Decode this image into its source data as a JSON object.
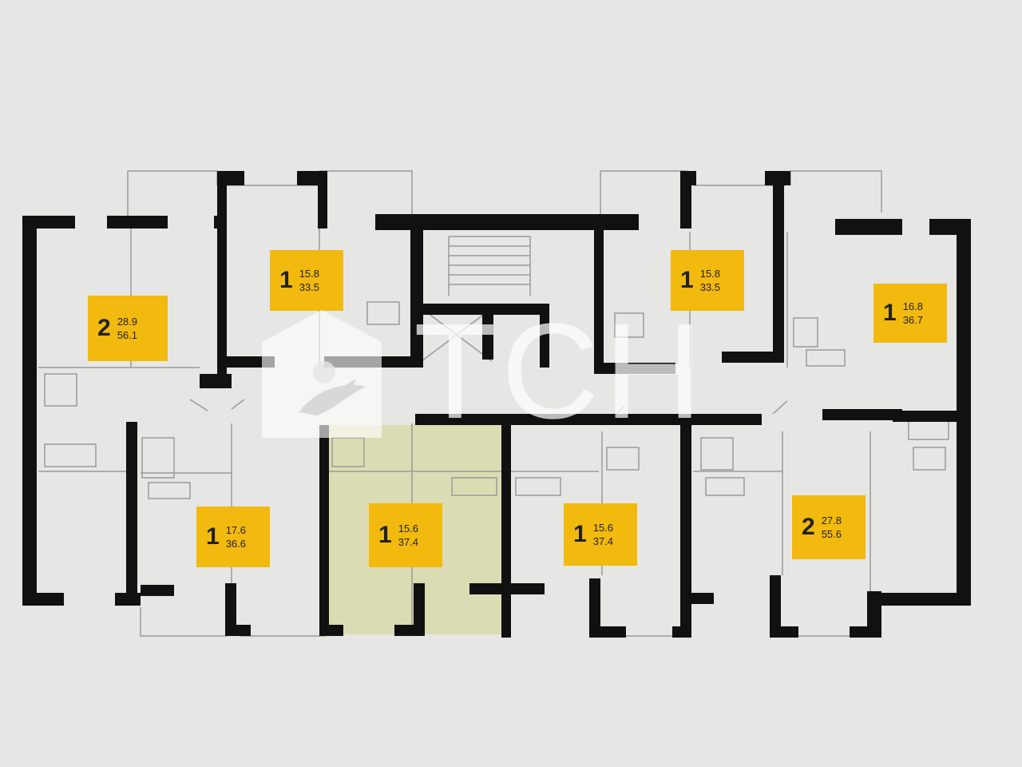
{
  "colors": {
    "background": "#e6e6e4",
    "wall": "#111111",
    "thin_line": "#9a9a9a",
    "label_fill": "#f2b90f",
    "highlight_fill": "#dcdcb4",
    "watermark": "#ffffff"
  },
  "watermark": {
    "text": "ТСН",
    "icon": "bird-in-house-logo"
  },
  "apartments": [
    {
      "id": "apt-2-56-1",
      "rooms": "2",
      "living_area": "28.9",
      "total_area": "56.1",
      "highlighted": false
    },
    {
      "id": "apt-1-33-5-a",
      "rooms": "1",
      "living_area": "15.8",
      "total_area": "33.5",
      "highlighted": false
    },
    {
      "id": "apt-1-33-5-b",
      "rooms": "1",
      "living_area": "15.8",
      "total_area": "33.5",
      "highlighted": false
    },
    {
      "id": "apt-1-36-7",
      "rooms": "1",
      "living_area": "16.8",
      "total_area": "36.7",
      "highlighted": false
    },
    {
      "id": "apt-1-36-6",
      "rooms": "1",
      "living_area": "17.6",
      "total_area": "36.6",
      "highlighted": false
    },
    {
      "id": "apt-1-37-4-a",
      "rooms": "1",
      "living_area": "15.6",
      "total_area": "37.4",
      "highlighted": true
    },
    {
      "id": "apt-1-37-4-b",
      "rooms": "1",
      "living_area": "15.6",
      "total_area": "37.4",
      "highlighted": false
    },
    {
      "id": "apt-2-55-6",
      "rooms": "2",
      "living_area": "27.8",
      "total_area": "55.6",
      "highlighted": false
    }
  ]
}
